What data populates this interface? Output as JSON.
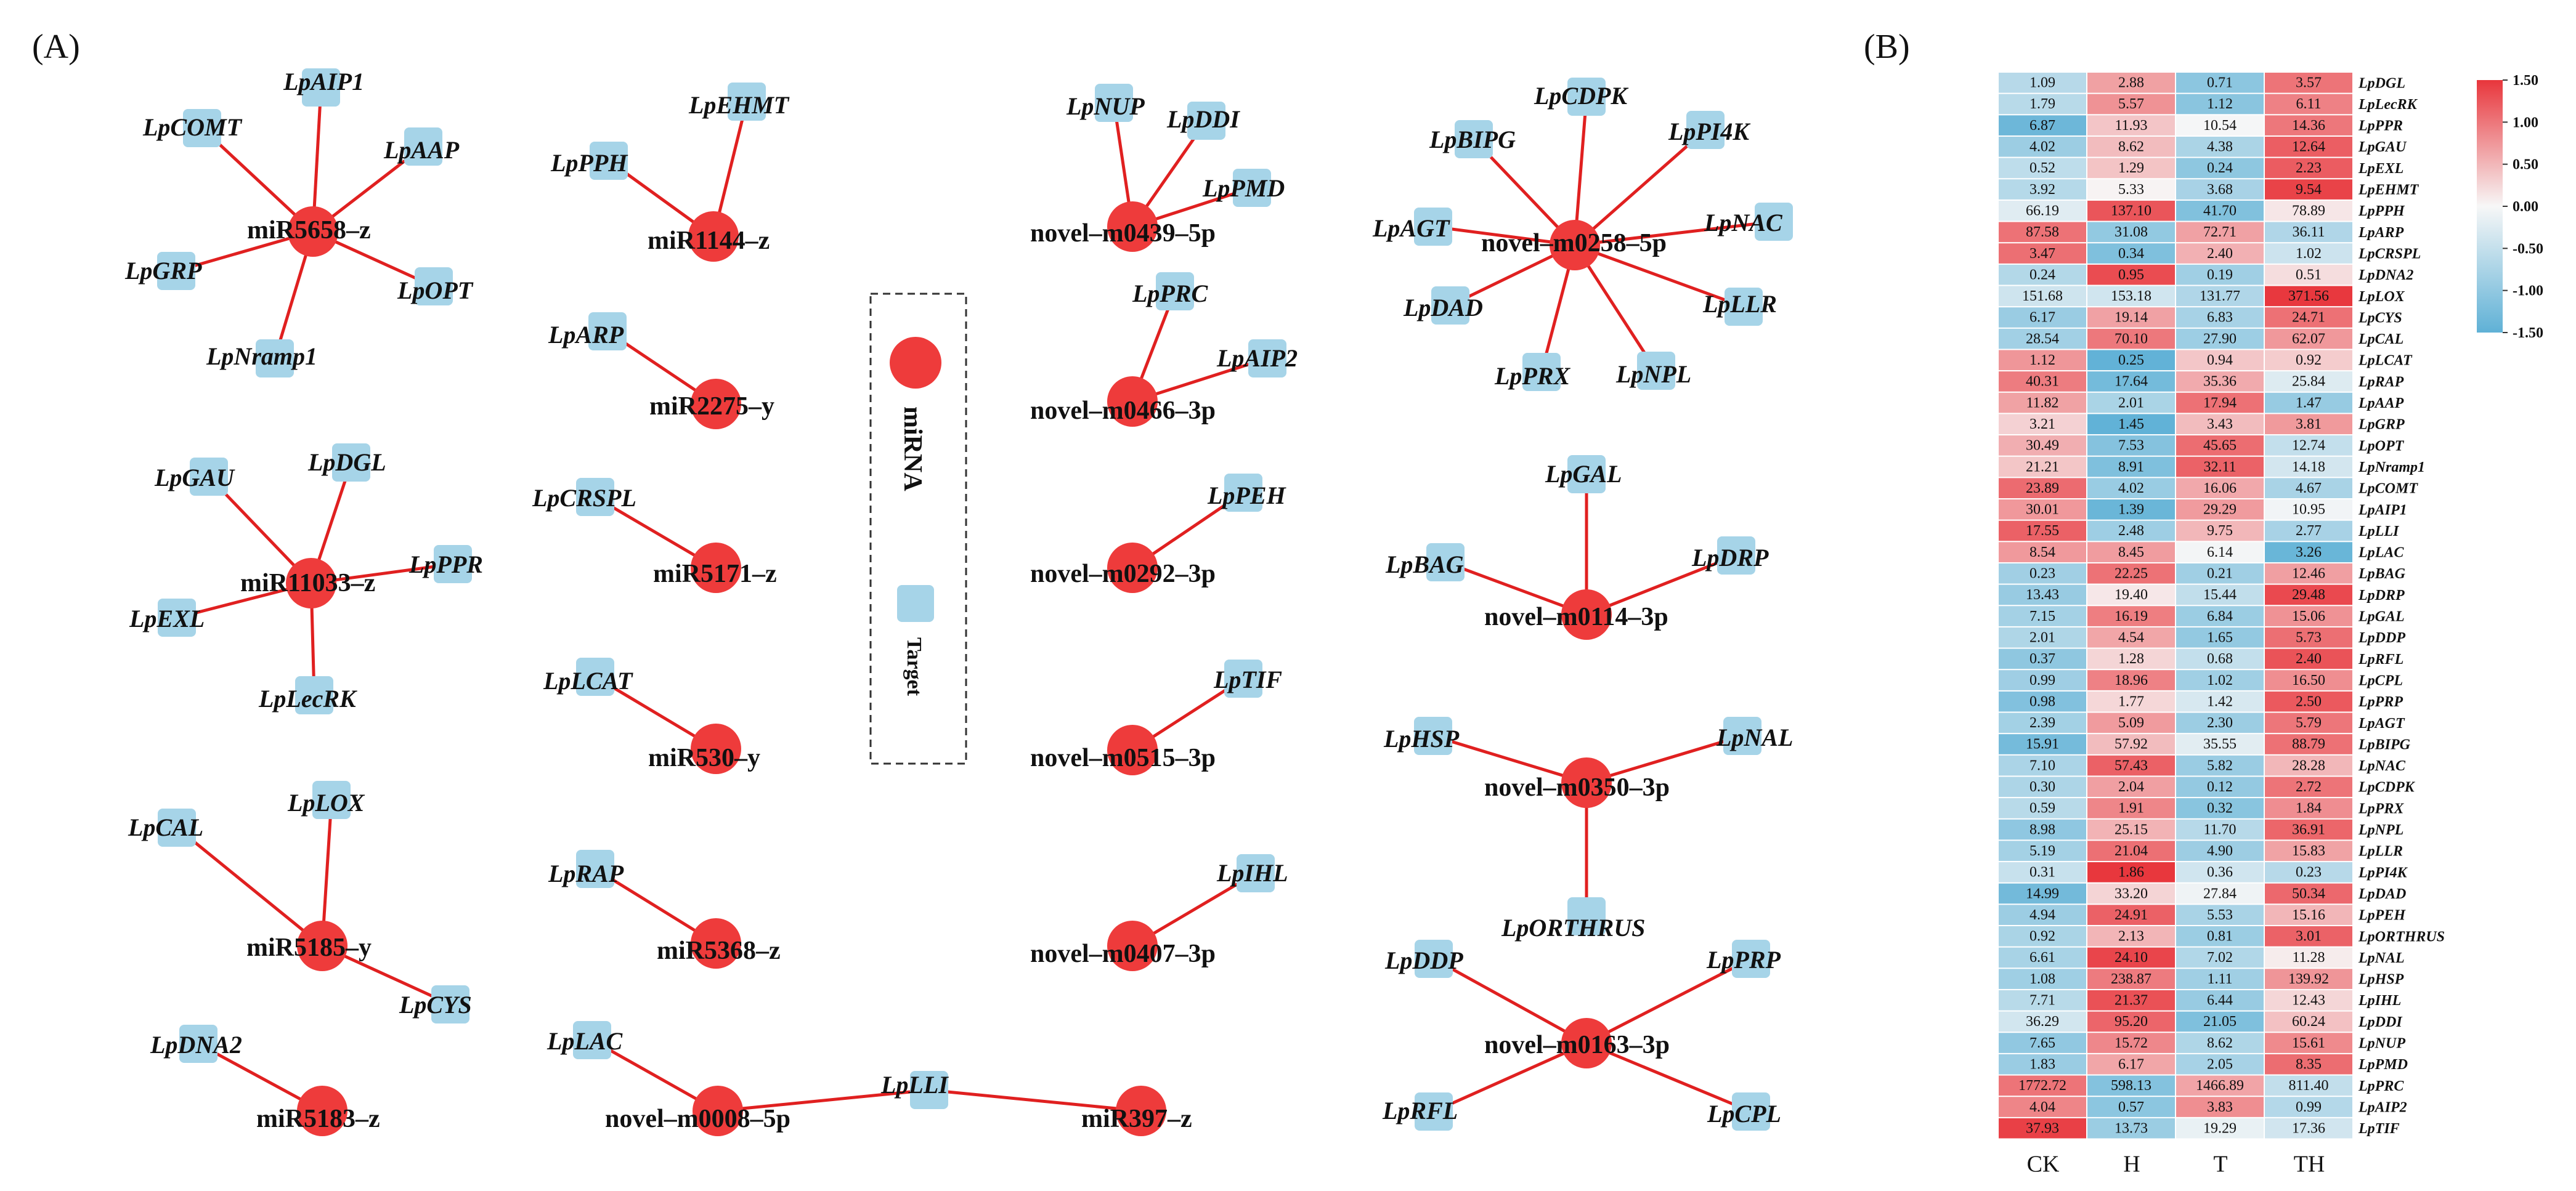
{
  "panel_a": {
    "label": "(A)",
    "legend": {
      "mirna_label": "miRNA",
      "target_label": "Target"
    },
    "colors": {
      "mirna": "#ee3b3b",
      "target": "#a6d4e8",
      "edge": "#e02020"
    },
    "networks": [
      {
        "mirna": "miR5658–z",
        "targets": [
          "LpAIP1",
          "LpCOMT",
          "LpAAP",
          "LpGRP",
          "LpOPT",
          "LpNramp1"
        ]
      },
      {
        "mirna": "miR1144–z",
        "targets": [
          "LpEHMT",
          "LpPPH"
        ]
      },
      {
        "mirna": "miR2275–y",
        "targets": [
          "LpARP"
        ]
      },
      {
        "mirna": "miR11033–z",
        "targets": [
          "LpGAU",
          "LpDGL",
          "LpPPR",
          "LpEXL",
          "LpLecRK"
        ]
      },
      {
        "mirna": "miR5171–z",
        "targets": [
          "LpCRSPL"
        ]
      },
      {
        "mirna": "miR530–y",
        "targets": [
          "LpLCAT"
        ]
      },
      {
        "mirna": "miR5185–y",
        "targets": [
          "LpCAL",
          "LpLOX",
          "LpCYS"
        ]
      },
      {
        "mirna": "miR5368–z",
        "targets": [
          "LpRAP"
        ]
      },
      {
        "mirna": "miR5183–z",
        "targets": [
          "LpDNA2"
        ]
      },
      {
        "mirna": "novel–m0008–5p",
        "targets": [
          "LpLAC",
          "LpLLI"
        ]
      },
      {
        "mirna": "miR397–z",
        "targets": [
          "LpLLI"
        ]
      },
      {
        "mirna": "novel–m0439–5p",
        "targets": [
          "LpNUP",
          "LpDDI",
          "LpPMD"
        ]
      },
      {
        "mirna": "novel–m0466–3p",
        "targets": [
          "LpPRC",
          "LpAIP2"
        ]
      },
      {
        "mirna": "novel–m0292–3p",
        "targets": [
          "LpPEH"
        ]
      },
      {
        "mirna": "novel–m0515–3p",
        "targets": [
          "LpTIF"
        ]
      },
      {
        "mirna": "novel–m0407–3p",
        "targets": [
          "LpIHL"
        ]
      },
      {
        "mirna": "novel–m0258–5p",
        "targets": [
          "LpCDPK",
          "LpBIPG",
          "LpPI4K",
          "LpAGT",
          "LpNAC",
          "LpDAD",
          "LpLLR",
          "LpPRX",
          "LpNPL"
        ]
      },
      {
        "mirna": "novel–m0114–3p",
        "targets": [
          "LpGAL",
          "LpBAG",
          "LpDRP"
        ]
      },
      {
        "mirna": "novel–m0350–3p",
        "targets": [
          "LpHSP",
          "LpNAL",
          "LpORTHRUS"
        ]
      },
      {
        "mirna": "novel–m0163–3p",
        "targets": [
          "LpDDP",
          "LpPRP",
          "LpRFL",
          "LpCPL"
        ]
      }
    ]
  },
  "panel_b": {
    "label": "(B)",
    "chart_data": {
      "type": "heatmap",
      "columns": [
        "CK",
        "H",
        "T",
        "TH"
      ],
      "rows": [
        "LpDGL",
        "LpLecRK",
        "LpPPR",
        "LpGAU",
        "LpEXL",
        "LpEHMT",
        "LpPPH",
        "LpARP",
        "LpCRSPL",
        "LpDNA2",
        "LpLOX",
        "LpCYS",
        "LpCAL",
        "LpLCAT",
        "LpRAP",
        "LpAAP",
        "LpGRP",
        "LpOPT",
        "LpNramp1",
        "LpCOMT",
        "LpAIP1",
        "LpLLI",
        "LpLAC",
        "LpBAG",
        "LpDRP",
        "LpGAL",
        "LpDDP",
        "LpRFL",
        "LpCPL",
        "LpPRP",
        "LpAGT",
        "LpBIPG",
        "LpNAC",
        "LpCDPK",
        "LpPRX",
        "LpNPL",
        "LpLLR",
        "LpPI4K",
        "LpDAD",
        "LpPEH",
        "LpORTHRUS",
        "LpNAL",
        "LpHSP",
        "LpIHL",
        "LpDDI",
        "LpNUP",
        "LpPMD",
        "LpPRC",
        "LpAIP2",
        "LpTIF"
      ],
      "values": [
        [
          "1.09",
          "2.88",
          "0.71",
          "3.57"
        ],
        [
          "1.79",
          "5.57",
          "1.12",
          "6.11"
        ],
        [
          "6.87",
          "11.93",
          "10.54",
          "14.36"
        ],
        [
          "4.02",
          "8.62",
          "4.38",
          "12.64"
        ],
        [
          "0.52",
          "1.29",
          "0.24",
          "2.23"
        ],
        [
          "3.92",
          "5.33",
          "3.68",
          "9.54"
        ],
        [
          "66.19",
          "137.10",
          "41.70",
          "78.89"
        ],
        [
          "87.58",
          "31.08",
          "72.71",
          "36.11"
        ],
        [
          "3.47",
          "0.34",
          "2.40",
          "1.02"
        ],
        [
          "0.24",
          "0.95",
          "0.19",
          "0.51"
        ],
        [
          "151.68",
          "153.18",
          "131.77",
          "371.56"
        ],
        [
          "6.17",
          "19.14",
          "6.83",
          "24.71"
        ],
        [
          "28.54",
          "70.10",
          "27.90",
          "62.07"
        ],
        [
          "1.12",
          "0.25",
          "0.94",
          "0.92"
        ],
        [
          "40.31",
          "17.64",
          "35.36",
          "25.84"
        ],
        [
          "11.82",
          "2.01",
          "17.94",
          "1.47"
        ],
        [
          "3.21",
          "1.45",
          "3.43",
          "3.81"
        ],
        [
          "30.49",
          "7.53",
          "45.65",
          "12.74"
        ],
        [
          "21.21",
          "8.91",
          "32.11",
          "14.18"
        ],
        [
          "23.89",
          "4.02",
          "16.06",
          "4.67"
        ],
        [
          "30.01",
          "1.39",
          "29.29",
          "10.95"
        ],
        [
          "17.55",
          "2.48",
          "9.75",
          "2.77"
        ],
        [
          "8.54",
          "8.45",
          "6.14",
          "3.26"
        ],
        [
          "0.23",
          "22.25",
          "0.21",
          "12.46"
        ],
        [
          "13.43",
          "19.40",
          "15.44",
          "29.48"
        ],
        [
          "7.15",
          "16.19",
          "6.84",
          "15.06"
        ],
        [
          "2.01",
          "4.54",
          "1.65",
          "5.73"
        ],
        [
          "0.37",
          "1.28",
          "0.68",
          "2.40"
        ],
        [
          "0.99",
          "18.96",
          "1.02",
          "16.50"
        ],
        [
          "0.98",
          "1.77",
          "1.42",
          "2.50"
        ],
        [
          "2.39",
          "5.09",
          "2.30",
          "5.79"
        ],
        [
          "15.91",
          "57.92",
          "35.55",
          "88.79"
        ],
        [
          "7.10",
          "57.43",
          "5.82",
          "28.28"
        ],
        [
          "0.30",
          "2.04",
          "0.12",
          "2.72"
        ],
        [
          "0.59",
          "1.91",
          "0.32",
          "1.84"
        ],
        [
          "8.98",
          "25.15",
          "11.70",
          "36.91"
        ],
        [
          "5.19",
          "21.04",
          "4.90",
          "15.83"
        ],
        [
          "0.31",
          "1.86",
          "0.36",
          "0.23"
        ],
        [
          "14.99",
          "33.20",
          "27.84",
          "50.34"
        ],
        [
          "4.94",
          "24.91",
          "5.53",
          "15.16"
        ],
        [
          "0.92",
          "2.13",
          "0.81",
          "3.01"
        ],
        [
          "6.61",
          "24.10",
          "7.02",
          "11.28"
        ],
        [
          "1.08",
          "238.87",
          "1.11",
          "139.92"
        ],
        [
          "7.71",
          "21.37",
          "6.44",
          "12.43"
        ],
        [
          "36.29",
          "95.20",
          "21.05",
          "60.24"
        ],
        [
          "7.65",
          "15.72",
          "8.62",
          "15.61"
        ],
        [
          "1.83",
          "6.17",
          "2.05",
          "8.35"
        ],
        [
          "1772.72",
          "598.13",
          "1466.89",
          "811.40"
        ],
        [
          "4.04",
          "0.57",
          "3.83",
          "0.99"
        ],
        [
          "37.93",
          "13.73",
          "19.29",
          "17.36"
        ]
      ],
      "colorbar": {
        "ticks": [
          "1.50",
          "1.00",
          "0.50",
          "0.00",
          "-0.50",
          "-1.00",
          "-1.50"
        ],
        "range": [
          -1.5,
          1.5
        ],
        "low_color": "#5fb1d6",
        "mid_color": "#f7f7f7",
        "high_color": "#e8363c"
      }
    }
  }
}
